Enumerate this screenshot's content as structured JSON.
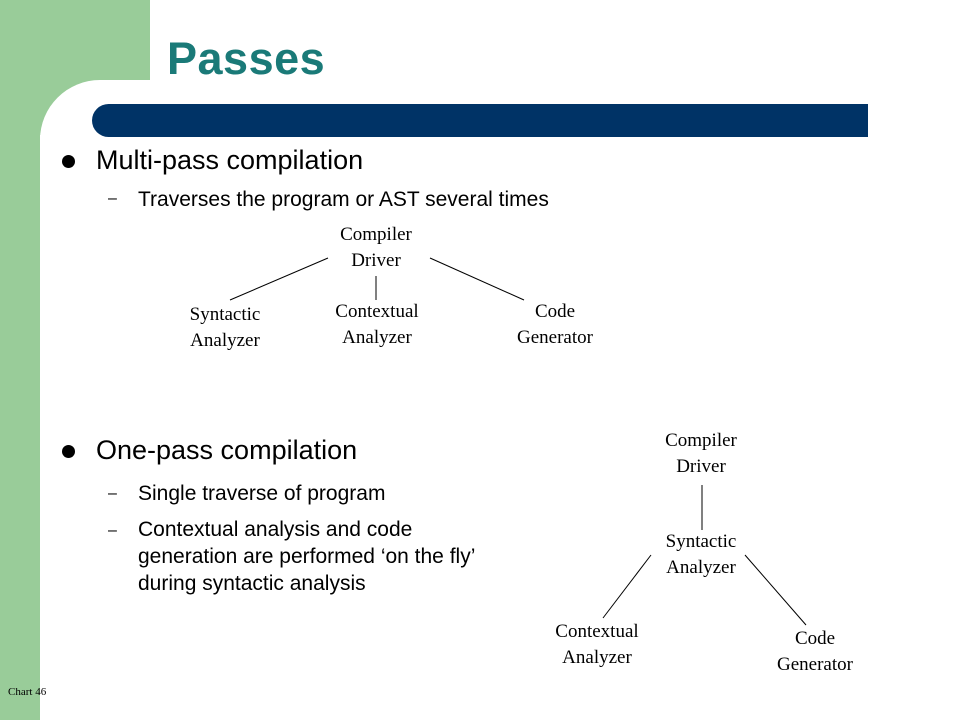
{
  "slide": {
    "title": "Passes",
    "footer": "Chart 46"
  },
  "bullets": [
    {
      "label": "Multi-pass compilation",
      "sub": [
        "Traverses the program or AST several times"
      ]
    },
    {
      "label": "One-pass compilation",
      "sub": [
        "Single traverse of program",
        [
          "Contextual analysis and code",
          "generation are performed ‘on the fly’",
          "during syntactic analysis"
        ]
      ]
    }
  ],
  "multi_pass_diagram": {
    "root": [
      "Compiler",
      "Driver"
    ],
    "children": [
      [
        "Syntactic",
        "Analyzer"
      ],
      [
        "Contextual",
        "Analyzer"
      ],
      [
        "Code",
        "Generator"
      ]
    ]
  },
  "one_pass_diagram": {
    "root": [
      "Compiler",
      "Driver"
    ],
    "middle": [
      "Syntactic",
      "Analyzer"
    ],
    "children": [
      [
        "Contextual",
        "Analyzer"
      ],
      [
        "Code",
        "Generator"
      ]
    ]
  },
  "colors": {
    "title": "#1a7a78",
    "band": "#003366",
    "accent_green": "#99cc99"
  }
}
